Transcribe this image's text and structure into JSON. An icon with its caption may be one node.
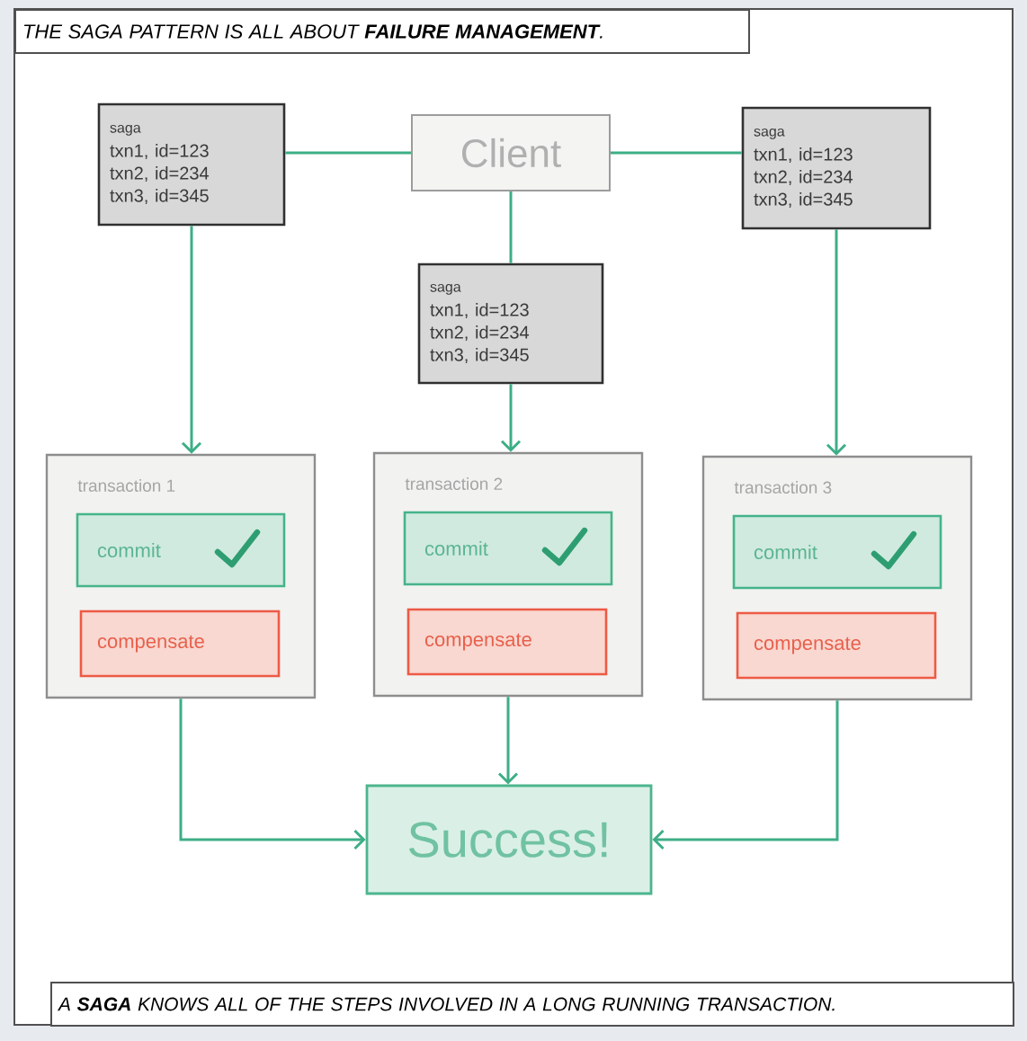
{
  "diagram": {
    "title": "THE SAGA PATTERN IS ALL ABOUT **FAILURE MANAGEMENT**.",
    "caption": "A **SAGA** KNOWS ALL OF THE STEPS INVOLVED IN A LONG RUNNING TRANSACTION.",
    "nodes": [
      {
        "text": [
          "saga",
          "txn1, id=123",
          "txn2, id=234",
          "txn3, id=345"
        ]
      },
      {
        "text": [
          "Client"
        ]
      },
      {
        "text": [
          "saga",
          "txn1, id=123",
          "txn2, id=234",
          "txn3, id=345"
        ]
      },
      {
        "text": [
          "saga",
          "txn1, id=123",
          "txn2, id=234",
          "txn3, id=345"
        ]
      },
      {
        "text": [
          "transaction 1"
        ]
      },
      {
        "text": [
          "commit"
        ],
        "in": 4
      },
      {
        "text": [
          "compensate"
        ],
        "in": 4
      },
      {
        "text": [
          "transaction 2"
        ]
      },
      {
        "text": [
          "commit"
        ],
        "in": 7
      },
      {
        "text": [
          "compensate"
        ],
        "in": 7
      },
      {
        "text": [
          "transaction 3"
        ]
      },
      {
        "text": [
          "commit"
        ],
        "in": 10
      },
      {
        "text": [
          "compensate"
        ],
        "in": 10
      },
      {
        "text": [
          "Success!"
        ]
      }
    ],
    "edges": [
      {
        "from": 1,
        "to": 0,
        "arrow": "none"
      },
      {
        "from": 1,
        "to": 2,
        "arrow": "none"
      },
      {
        "from": 1,
        "to": 3,
        "arrow": "none"
      },
      {
        "from": 0,
        "to": 4,
        "arrow": "to"
      },
      {
        "from": 3,
        "to": 7,
        "arrow": "to"
      },
      {
        "from": 2,
        "to": 10,
        "arrow": "to"
      },
      {
        "from": 4,
        "to": 13,
        "arrow": "to"
      },
      {
        "from": 7,
        "to": 13,
        "arrow": "to"
      },
      {
        "from": 10,
        "to": 13,
        "arrow": "to"
      }
    ]
  }
}
